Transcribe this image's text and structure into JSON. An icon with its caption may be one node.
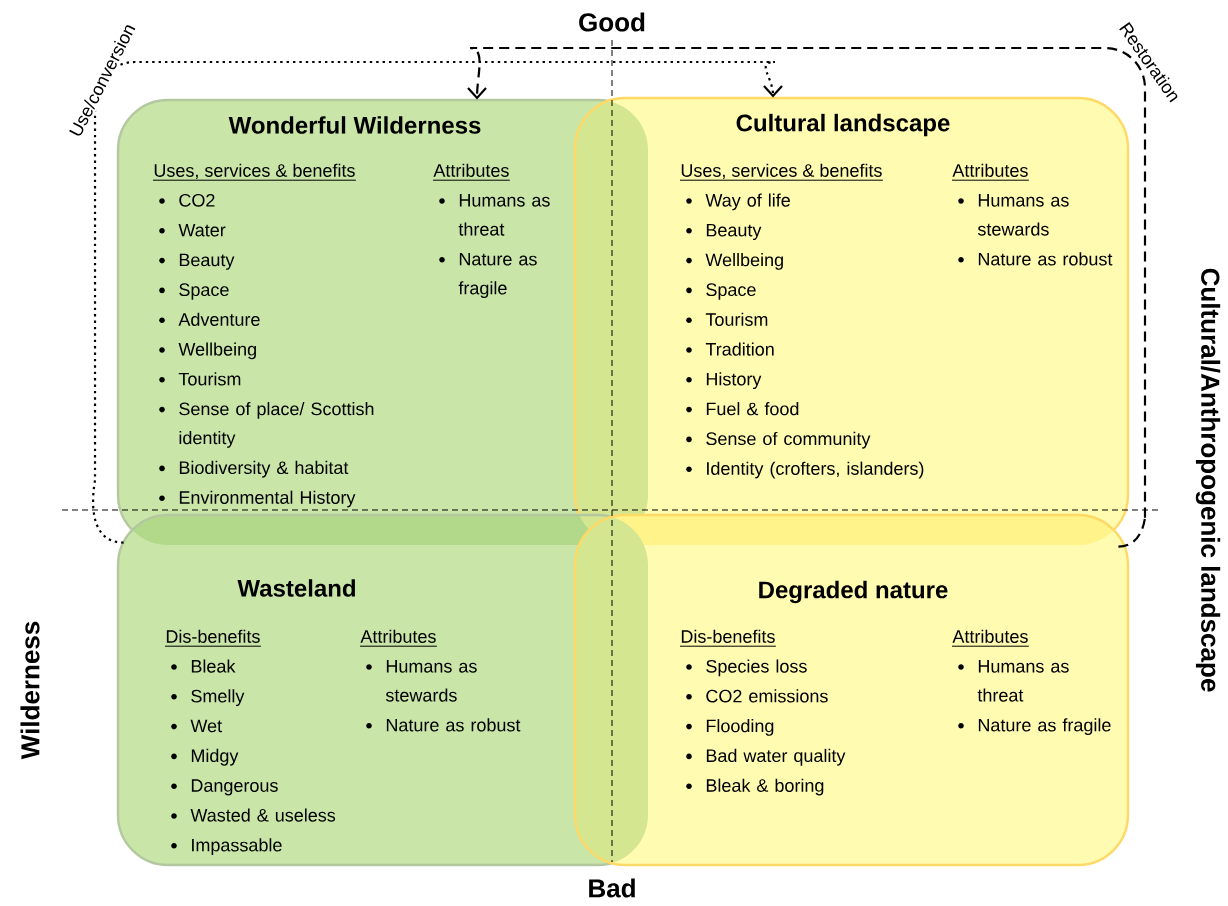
{
  "diagram": {
    "nodes": [
      {
        "text": [
          "Wonderful Wilderness",
          "Uses, services & benefits",
          "CO2",
          "Water",
          "Beauty",
          "Space",
          "Adventure",
          "Wellbeing",
          "Tourism",
          "Sense of place/ Scottish identity",
          "Biodiversity & habitat",
          "Environmental History",
          "Attributes",
          "Humans as threat",
          "Nature as fragile"
        ]
      },
      {
        "text": [
          "Cultural landscape",
          "Uses, services & benefits",
          "Way of life",
          "Beauty",
          "Wellbeing",
          "Space",
          "Tourism",
          "Tradition",
          "History",
          "Fuel & food",
          "Sense of community",
          "Identity (crofters, islanders)",
          "Attributes",
          "Humans as stewards",
          "Nature as robust"
        ]
      },
      {
        "text": [
          "Wasteland",
          "Dis-benefits",
          "Bleak",
          "Smelly",
          "Wet",
          "Midgy",
          "Dangerous",
          "Wasted & useless",
          "Impassable",
          "Attributes",
          "Humans as stewards",
          "Nature as robust"
        ]
      },
      {
        "text": [
          "Degraded nature",
          "Dis-benefits",
          "Species loss",
          "CO2 emissions",
          "Flooding",
          "Bad water quality",
          "Bleak & boring",
          "Attributes",
          "Humans as threat",
          "Nature as fragile"
        ]
      }
    ],
    "edges": [
      {
        "from": 2,
        "to": 1,
        "arrow": "to",
        "label": "Use/conversion"
      },
      {
        "from": 3,
        "to": 0,
        "arrow": "to",
        "label": "Restoration",
        "style": "dashed"
      }
    ],
    "labels": [
      "Good",
      "Wilderness",
      "Cultural/Anthropogenic landscape",
      "Bad"
    ]
  }
}
